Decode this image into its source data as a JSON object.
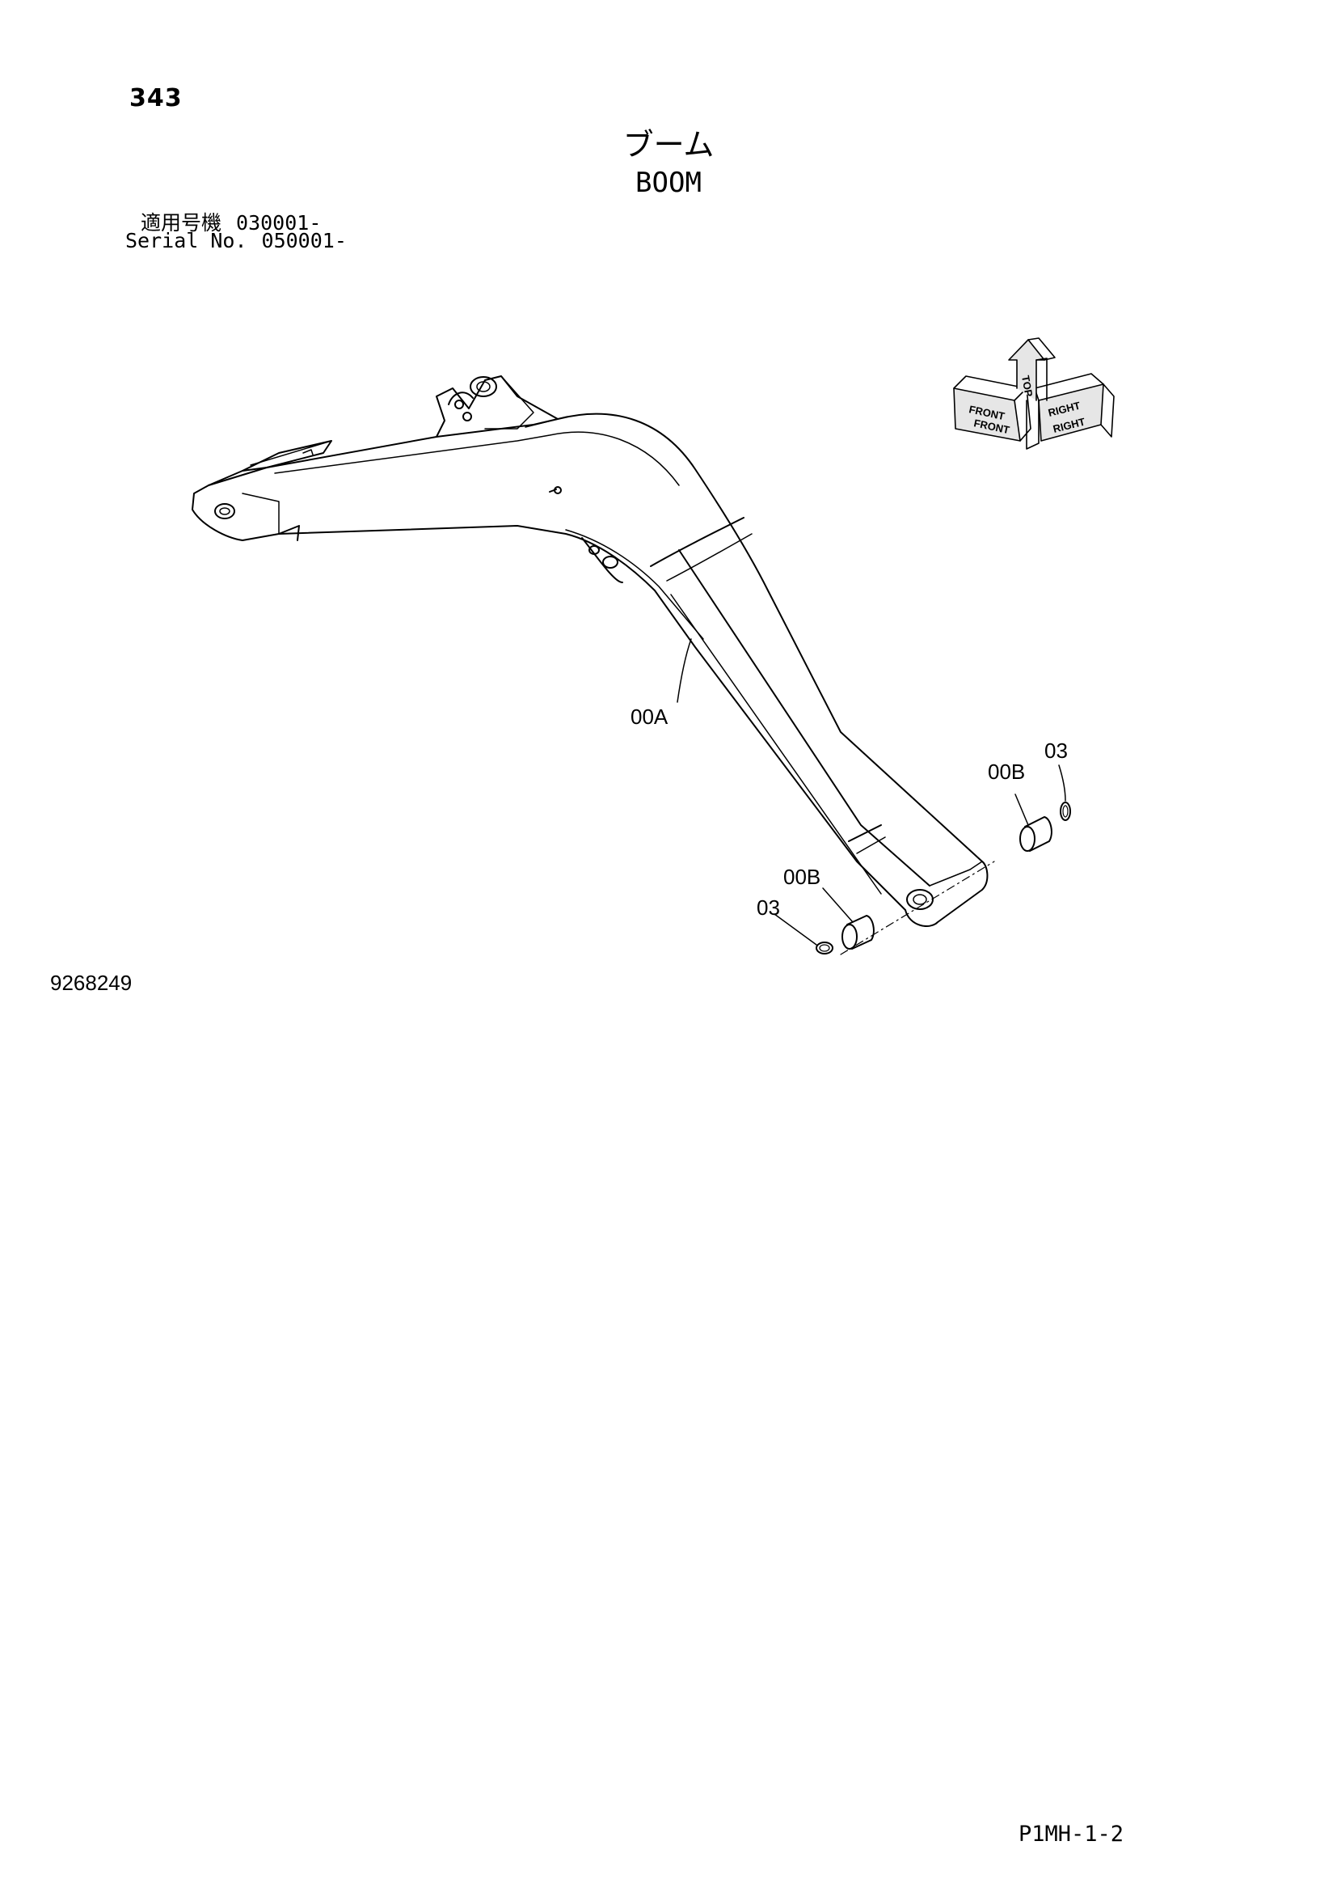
{
  "page": {
    "number": "343",
    "title_jp": "ブーム",
    "title_en": "BOOM",
    "serial_lines": [
      {
        "label": "適用号機",
        "value": "030001-"
      },
      {
        "label": "Serial No.",
        "value": "050001-"
      }
    ],
    "drawing_id": "9268249",
    "footer_code": "P1MH-1-2"
  },
  "callouts": {
    "boom": "00A",
    "bushing_right": "00B",
    "ring_right": "03",
    "bushing_left": "00B",
    "ring_left": "03"
  },
  "orientation": {
    "top": "TOP",
    "front": "FRONT",
    "right": "RIGHT",
    "front_small": "FRONT",
    "right_small": "RIGHT"
  }
}
